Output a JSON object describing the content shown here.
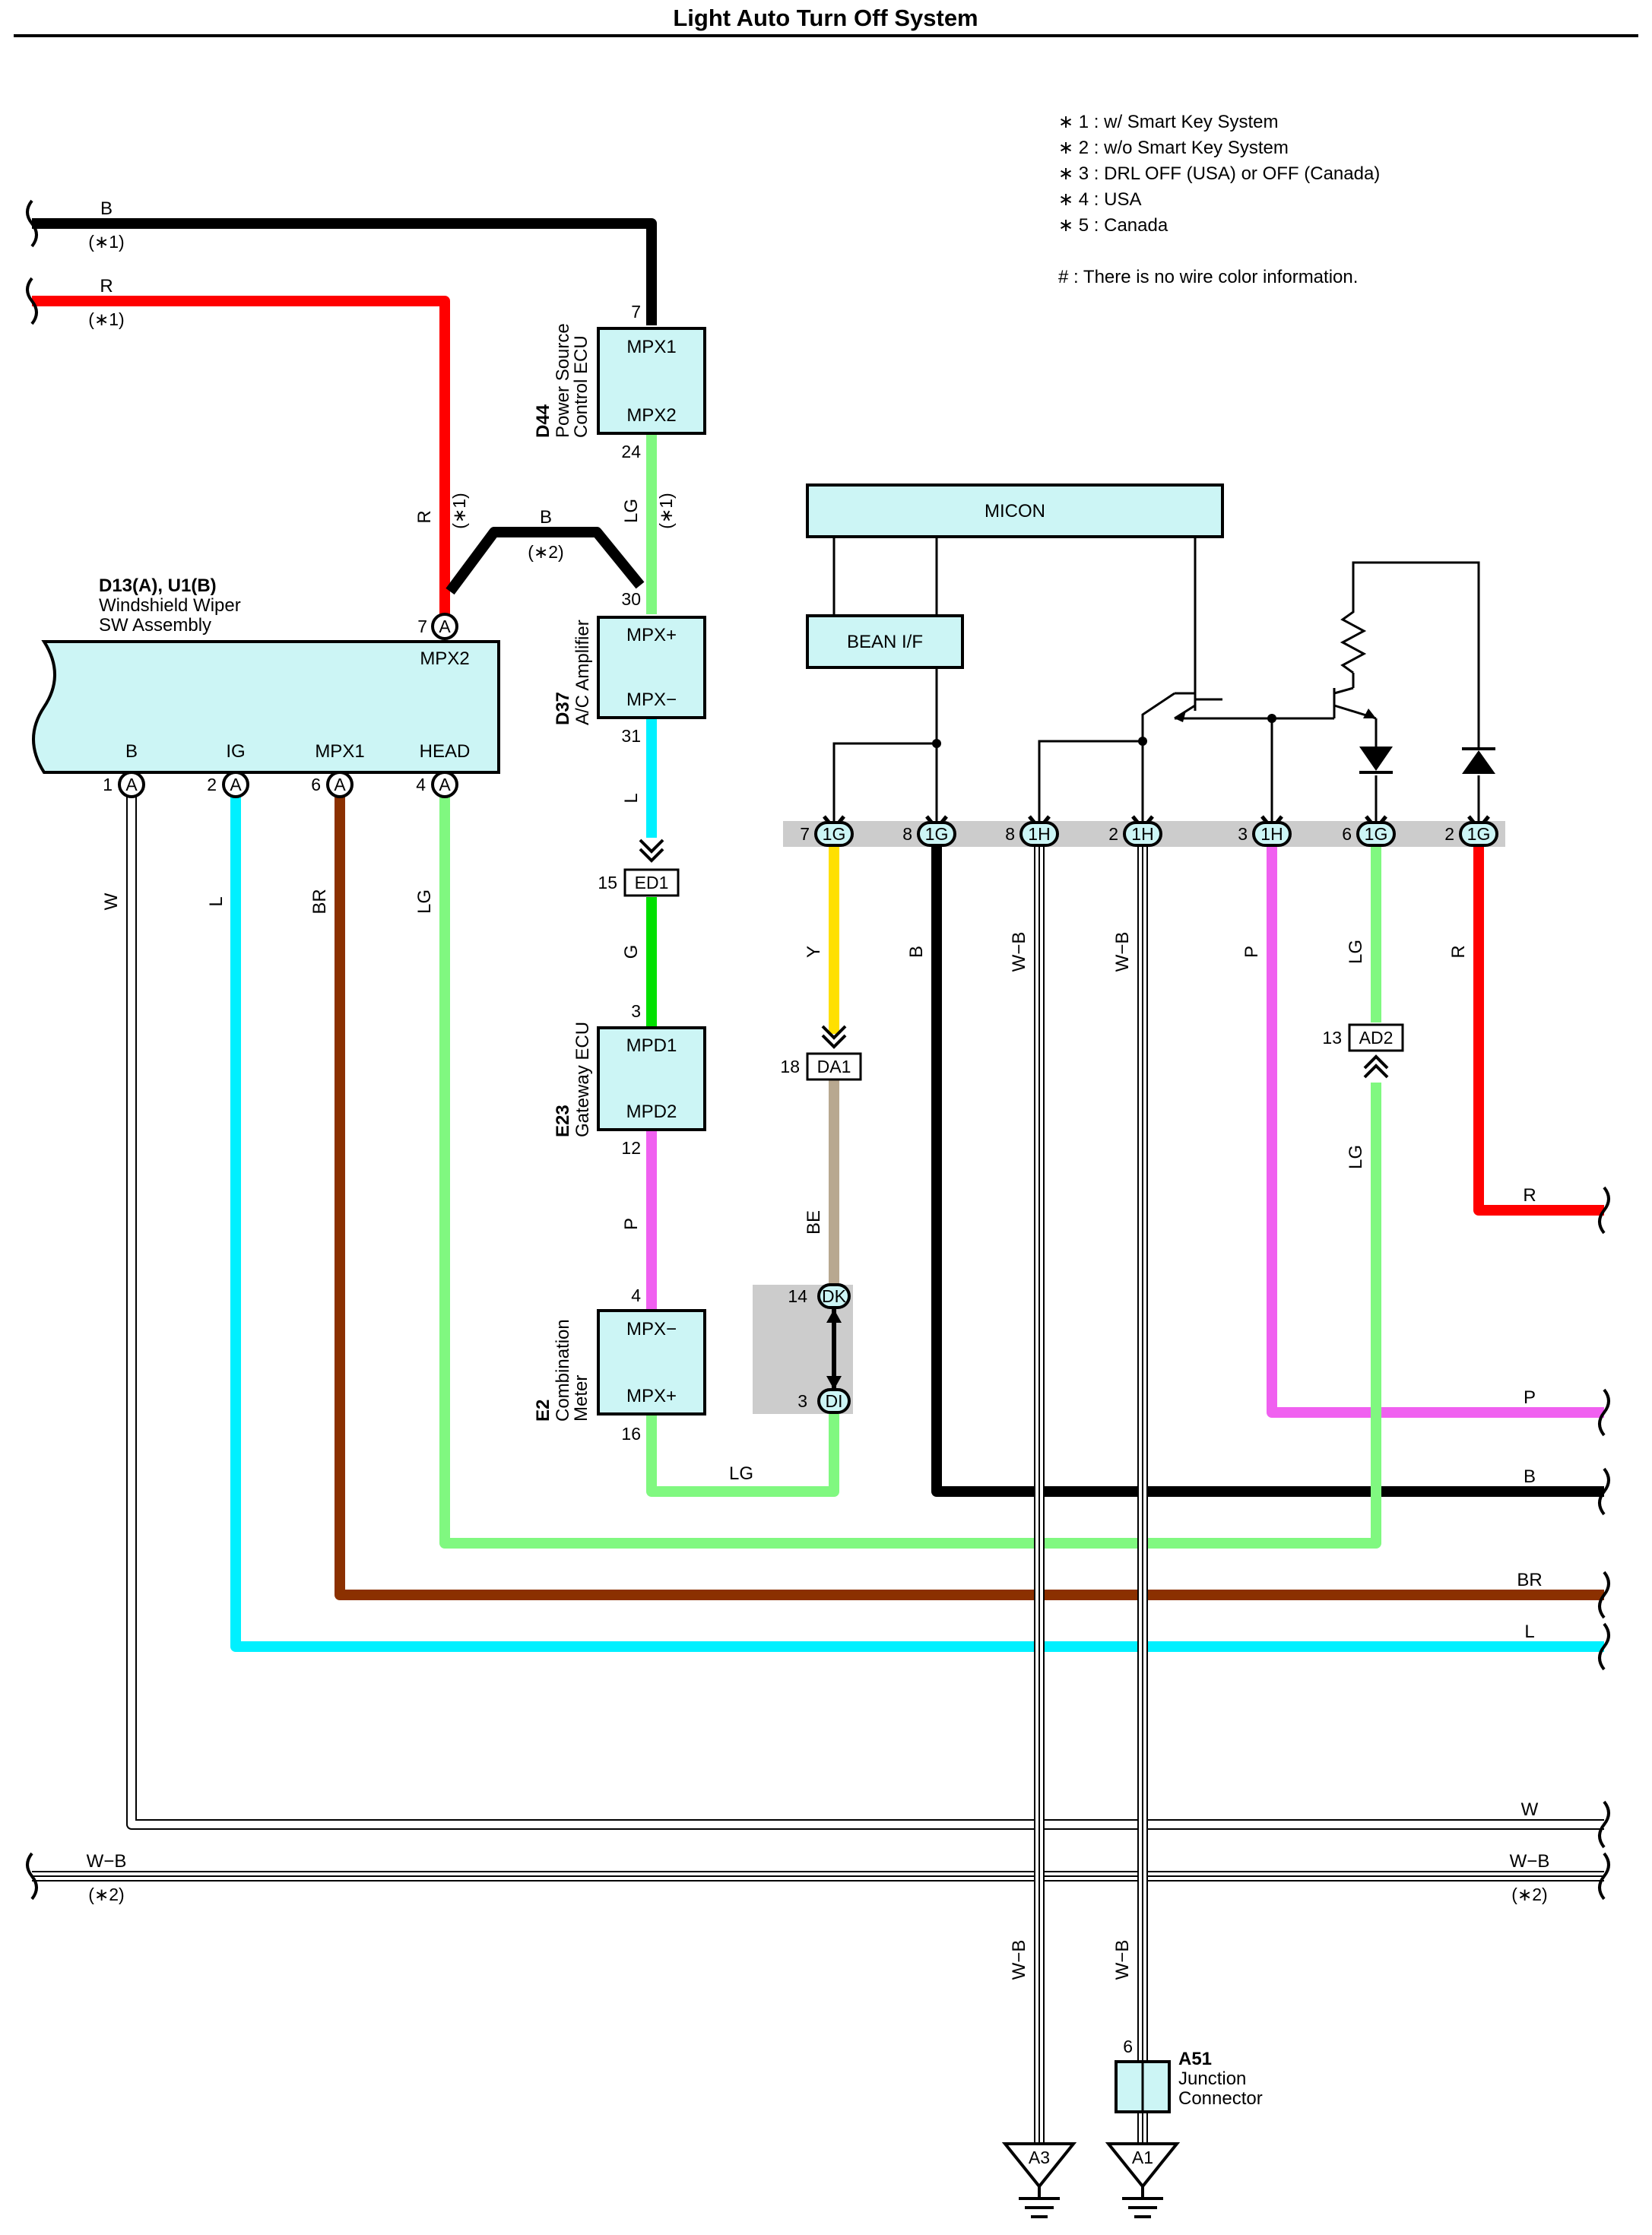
{
  "title": "Light Auto Turn Off System",
  "notes": [
    "∗ 1 : w/ Smart Key System",
    "∗ 2 : w/o Smart Key System",
    "∗ 3 : DRL OFF (USA) or OFF (Canada)",
    "∗ 4 : USA",
    "∗ 5 : Canada",
    "# : There is no wire color information."
  ],
  "colors": {
    "B": "#000000",
    "R": "#ff0000",
    "LG": "#80f880",
    "L": "#00f0ff",
    "BR": "#8b3000",
    "G": "#00e000",
    "P": "#f060f0",
    "Y": "#ffe000",
    "BE": "#b8a890",
    "W": "#ffffff",
    "comp": "#ccf5f5",
    "band": "#cccccc"
  },
  "components": {
    "d44": {
      "code": "D44",
      "name_1": "Power Source",
      "name_2": "Control ECU",
      "pin_top": "MPX1",
      "pin_bottom": "MPX2",
      "term_top": "7",
      "term_bottom": "24"
    },
    "d37": {
      "code": "D37",
      "name_1": "A/C Amplifier",
      "pin_top": "MPX+",
      "pin_bottom": "MPX−",
      "term_top": "30",
      "term_bottom": "31"
    },
    "e23": {
      "code": "E23",
      "name_1": "Gateway ECU",
      "pin_top": "MPD1",
      "pin_bottom": "MPD2",
      "term_top": "3",
      "term_bottom": "12"
    },
    "e2": {
      "code": "E2",
      "name_1": "Combination",
      "name_2": "Meter",
      "pin_top": "MPX−",
      "pin_bottom": "MPX+",
      "term_top": "4",
      "term_bottom": "16"
    },
    "wiper": {
      "code": "D13(A), U1(B)",
      "name_1": "Windshield Wiper",
      "name_2": "SW Assembly",
      "pin_mpx2": "MPX2",
      "pin_b": "B",
      "pin_ig": "IG",
      "pin_mpx1": "MPX1",
      "pin_head": "HEAD",
      "term_mpx2": "7",
      "term_b": "1",
      "term_ig": "2",
      "term_mpx1": "6",
      "term_head": "4",
      "conn": "A"
    },
    "micon": "MICON",
    "bean": "BEAN I/F",
    "a51": {
      "code": "A51",
      "name_1": "Junction",
      "name_2": "Connector",
      "term": "6"
    },
    "a3": "A3",
    "a1": "A1"
  },
  "connectors": {
    "ed1": {
      "label": "ED1",
      "term": "15"
    },
    "da1": {
      "label": "DA1",
      "term": "18"
    },
    "ad2": {
      "label": "AD2",
      "term": "13"
    },
    "dk": {
      "label": "DK",
      "term": "14"
    },
    "di": {
      "label": "DI",
      "term": "3"
    }
  },
  "ecu_pins": [
    {
      "term": "7",
      "conn": "1G",
      "wire": "Y"
    },
    {
      "term": "8",
      "conn": "1G",
      "wire": "B"
    },
    {
      "term": "8",
      "conn": "1H",
      "wire": "W−B"
    },
    {
      "term": "2",
      "conn": "1H",
      "wire": "W−B"
    },
    {
      "term": "3",
      "conn": "1H",
      "wire": "P"
    },
    {
      "term": "6",
      "conn": "1G",
      "wire": "LG"
    },
    {
      "term": "2",
      "conn": "1G",
      "wire": "R"
    }
  ],
  "wire_labels": {
    "b_top": "B",
    "r_top": "R",
    "note1": "(∗1)",
    "note2": "(∗2)",
    "r_vert": "R",
    "b_diag": "B",
    "lg_d44": "LG",
    "l_d37": "L",
    "g_ed1": "G",
    "p_e23": "P",
    "lg_e2": "LG",
    "be_da1": "BE",
    "lg_ad2": "LG",
    "w": "W",
    "l": "L",
    "br": "BR",
    "lg": "LG",
    "right_r": "R",
    "right_p": "P",
    "right_b": "B",
    "right_br": "BR",
    "right_l": "L",
    "right_w": "W",
    "wb": "W−B",
    "wb_vert": "W−B"
  }
}
